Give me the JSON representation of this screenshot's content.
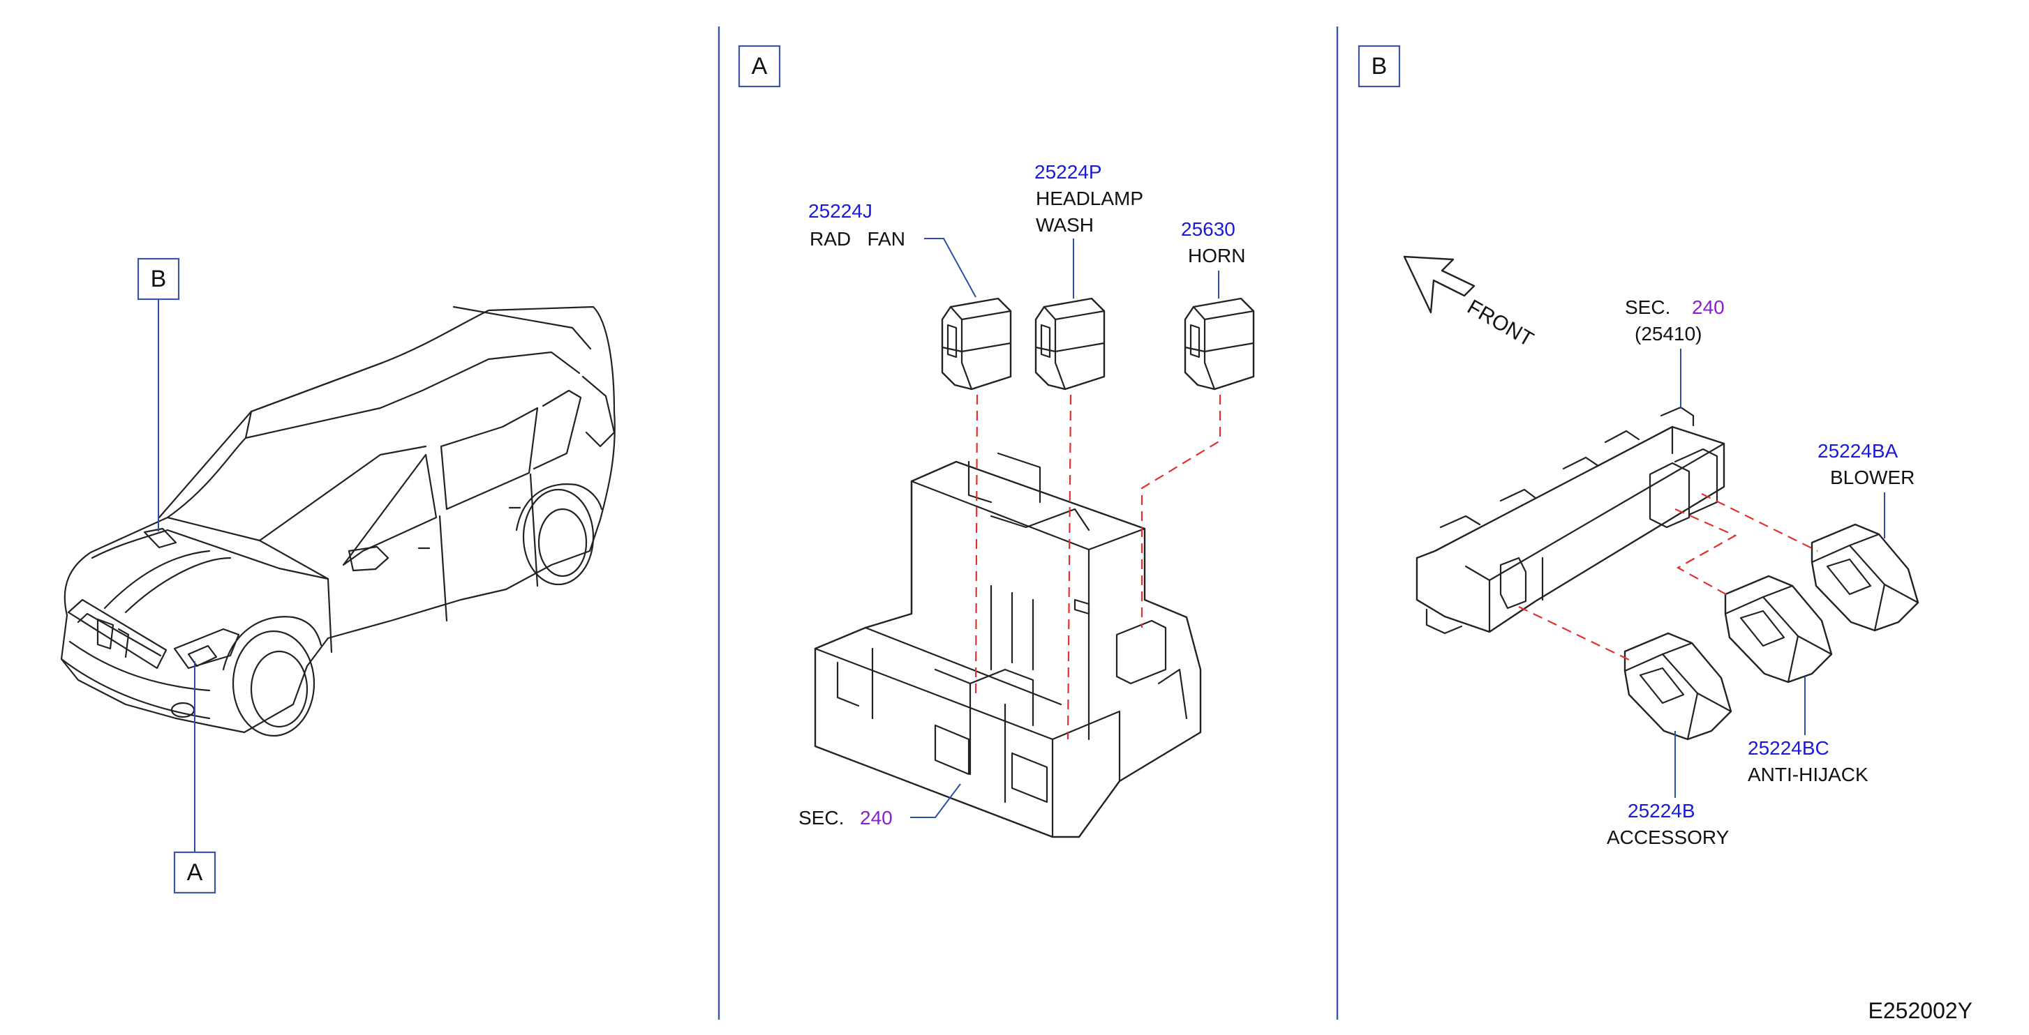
{
  "callouts": {
    "view_b": "B",
    "view_a": "A",
    "panel_a_title": "A",
    "panel_b_title": "B"
  },
  "panel_a": {
    "rad_fan": {
      "part_no": "25224J",
      "desc": "RAD   FAN"
    },
    "headlamp_wash": {
      "part_no": "25224P",
      "desc_line1": "HEADLAMP",
      "desc_line2": "WASH"
    },
    "horn": {
      "part_no": "25630",
      "desc": "HORN"
    },
    "section": {
      "prefix": "SEC.",
      "number": "240"
    }
  },
  "panel_b": {
    "front_label": "FRONT",
    "section": {
      "prefix": "SEC.",
      "number": "240",
      "ref": "(25410)"
    },
    "blower": {
      "part_no": "25224BA",
      "desc": "BLOWER"
    },
    "anti_hijack": {
      "part_no": "25224BC",
      "desc": "ANTI-HIJACK"
    },
    "accessory": {
      "part_no": "25224B",
      "desc": "ACCESSORY"
    }
  },
  "diagram_id": "E252002Y",
  "colors": {
    "part_number": "#1a1ad6",
    "section_number": "#8a1fd0",
    "leader_line": "#2a4fa8",
    "dashed_connector": "#e03030",
    "divider": "#3a56a8"
  }
}
